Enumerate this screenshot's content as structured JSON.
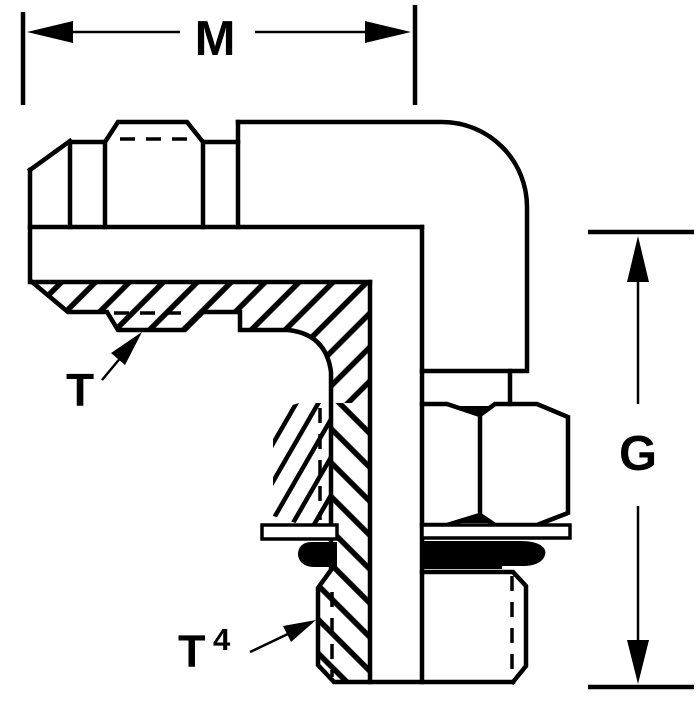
{
  "figure": {
    "kind": "technical-drawing",
    "subject": "90-degree elbow fitting half-section",
    "colors": {
      "line": "#000000",
      "background": "#ffffff",
      "oring_fill": "#000000"
    },
    "labels": {
      "m": "M",
      "g": "G",
      "t": "T",
      "t4_base": "T",
      "t4_sup": "4"
    }
  }
}
